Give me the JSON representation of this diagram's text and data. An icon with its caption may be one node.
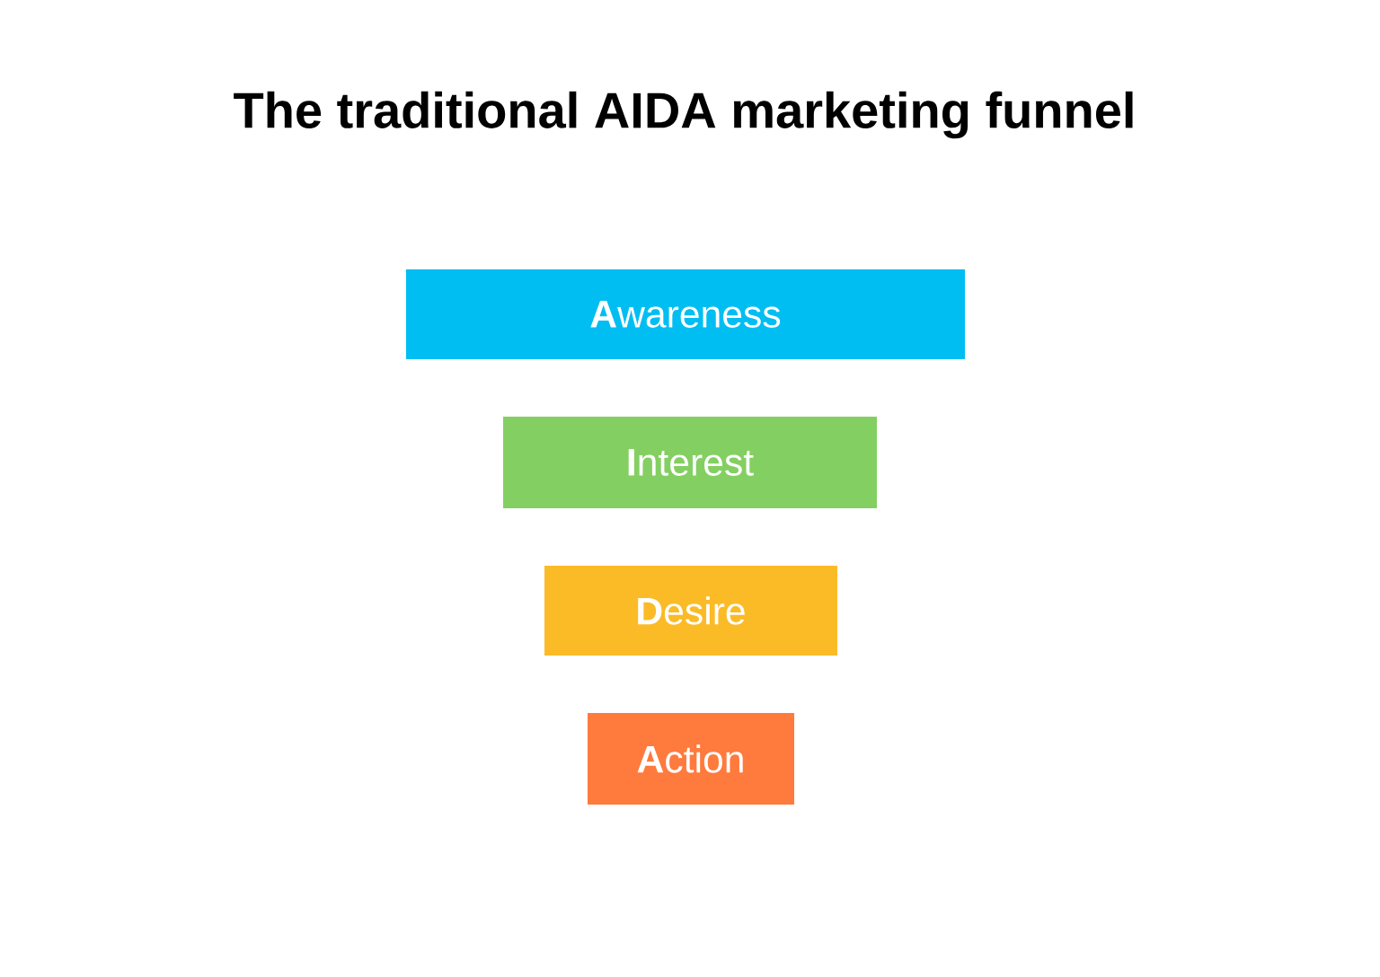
{
  "diagram": {
    "title": "The traditional AIDA marketing funnel",
    "nodes": [
      {
        "text": [
          "**A**wareness"
        ]
      },
      {
        "text": [
          "**I**nterest"
        ]
      },
      {
        "text": [
          "**D**esire"
        ]
      },
      {
        "text": [
          "**A**ction"
        ]
      }
    ]
  }
}
